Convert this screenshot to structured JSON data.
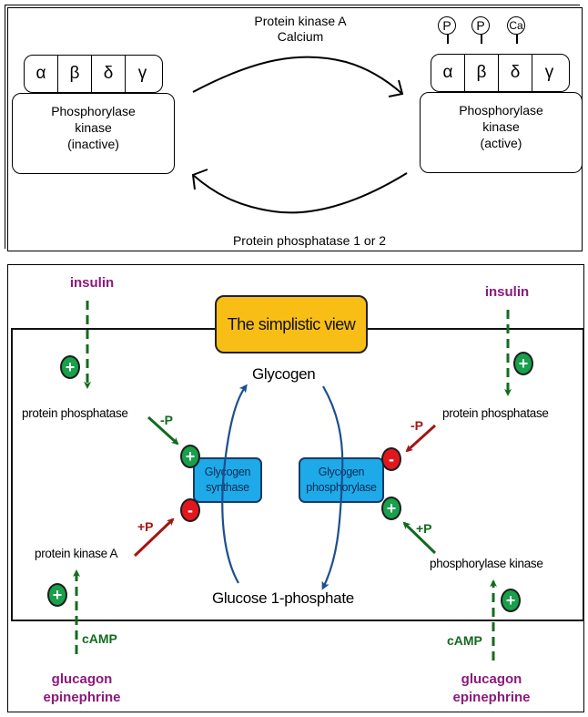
{
  "top_panel": {
    "activation_label_line1": "Protein kinase A",
    "activation_label_line2": "Calcium",
    "deactivation_label": "Protein phosphatase 1 or 2",
    "subunits": [
      "α",
      "β",
      "δ",
      "γ"
    ],
    "inactive_enzyme": {
      "line1": "Phosphorylase",
      "line2": "kinase",
      "line3": "(inactive)"
    },
    "active_enzyme": {
      "line1": "Phosphorylase",
      "line2": "kinase",
      "line3": "(active)",
      "modifications": [
        "P",
        "P",
        "Ca"
      ]
    }
  },
  "bottom_panel": {
    "title": "The simplistic view",
    "metabolites": {
      "top": "Glycogen",
      "bottom": "Glucose 1-phosphate"
    },
    "enzymes": {
      "synthase": {
        "line1": "Glycogen",
        "line2": "synthase"
      },
      "phosphorylase": {
        "line1": "Glycogen",
        "line2": "phosphorylase"
      }
    },
    "left": {
      "hormone_top": "insulin",
      "regulator_top": "protein phosphatase",
      "regulator_top_action": "-P",
      "regulator_bottom": "protein kinase A",
      "regulator_bottom_action": "+P",
      "second_messenger": "cAMP",
      "hormone_bottom_line1": "glucagon",
      "hormone_bottom_line2": "epinephrine"
    },
    "right": {
      "hormone_top": "insulin",
      "regulator_top": "protein phosphatase",
      "regulator_top_action": "-P",
      "regulator_bottom": "phosphorylase kinase",
      "regulator_bottom_action": "+P",
      "second_messenger": "cAMP",
      "hormone_bottom_line1": "glucagon",
      "hormone_bottom_line2": "epinephrine"
    },
    "signs": {
      "plus": "+",
      "minus": "-"
    },
    "colors": {
      "hormone": "#8b1a7c",
      "activation": "#146b1f",
      "inhibition": "#a51612",
      "enzyme_fill": "#1eaae8",
      "title_fill": "#f9be16",
      "pathway": "#1c4f8f"
    }
  }
}
